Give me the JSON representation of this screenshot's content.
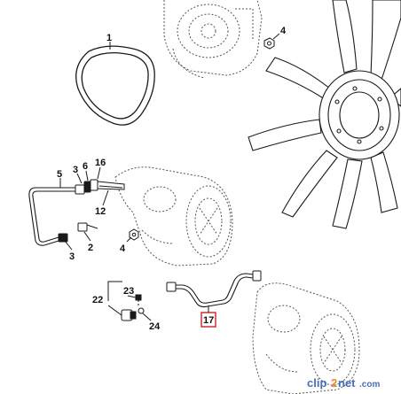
{
  "callouts": {
    "c1": "1",
    "c4": "4",
    "c5": "5",
    "c3a": "3",
    "c6": "6",
    "c16": "16",
    "c12": "12",
    "c2": "2",
    "c3b": "3",
    "c4b": "4",
    "c22": "22",
    "c23": "23",
    "c24": "24",
    "c17": "17"
  },
  "highlighted_callout": "17",
  "colors": {
    "line": "#1a1a1a",
    "dotted": "#555555",
    "highlight_box": "#cc2222",
    "watermark_blue": "#4a6fb5",
    "watermark_orange": "#e8862a"
  },
  "watermark": {
    "prefix": "clip",
    "digit": "2",
    "suffix": "net",
    "domain": ".com"
  }
}
